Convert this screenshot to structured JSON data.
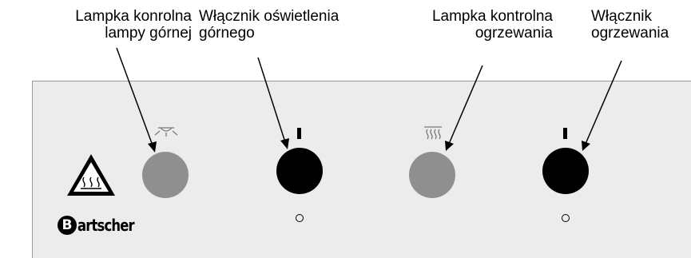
{
  "labels": {
    "top_lamp_indicator": [
      "Lampka konrolna",
      "lampy górnej"
    ],
    "top_light_switch": [
      "Włącznik oświetlenia",
      "górnego"
    ],
    "heating_indicator": [
      "Lampka kontrolna",
      "ogrzewania"
    ],
    "heating_switch": [
      "Włącznik",
      "ogrzewania"
    ]
  },
  "switch_marks": {
    "on": "I",
    "off": "O"
  },
  "brand": {
    "name_rest": "artscher",
    "initial": "B"
  },
  "icons": [
    "hot-surface-warning-icon",
    "top-light-symbol-icon",
    "heating-symbol-icon"
  ],
  "colors": {
    "panel": "#ececec",
    "lamp": "#8f8f8f",
    "knob": "#000000"
  }
}
